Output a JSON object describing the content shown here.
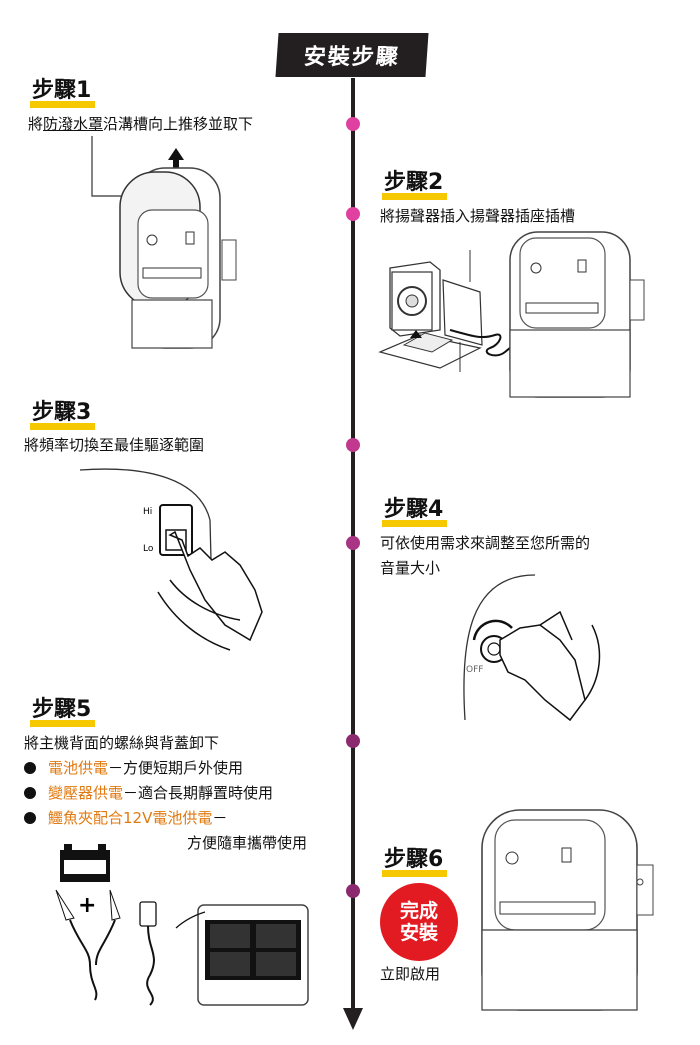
{
  "banner": {
    "title": "安裝步驟"
  },
  "colors": {
    "accent_bar": "#f5c800",
    "dot": "#e040a0",
    "dot_dark": "#8b2a6e",
    "highlight": "#e07a12",
    "badge": "#e21b23"
  },
  "steps": [
    {
      "title": "步驟1",
      "desc_pre": "將",
      "desc_link1": "防潑水罩",
      "desc_mid": "沿溝槽向上推移並取下"
    },
    {
      "title": "步驟2",
      "desc": "將揚聲器插入揚聲器插座插槽"
    },
    {
      "title": "步驟3",
      "desc": "將頻率切換至最佳驅逐範圍",
      "switch_hi": "Hi",
      "switch_lo": "Lo"
    },
    {
      "title": "步驟4",
      "desc_line1": "可依使用需求來調整至您所需的",
      "desc_line2": "音量大小",
      "knob_off": "OFF"
    },
    {
      "title": "步驟5",
      "desc": "將主機背面的螺絲與背蓋卸下",
      "options": [
        {
          "highlight": "電池供電",
          "rest": "－方便短期戶外使用"
        },
        {
          "highlight": "變壓器供電",
          "rest": "－適合長期靜置時使用"
        },
        {
          "highlight": "鱷魚夾配合12V電池供電",
          "rest": "－"
        }
      ],
      "option3_cont": "方便隨車攜帶使用",
      "battery_plus": "+"
    },
    {
      "title": "步驟6",
      "badge_line1": "完成",
      "badge_line2": "安裝",
      "desc": "立即啟用"
    }
  ]
}
